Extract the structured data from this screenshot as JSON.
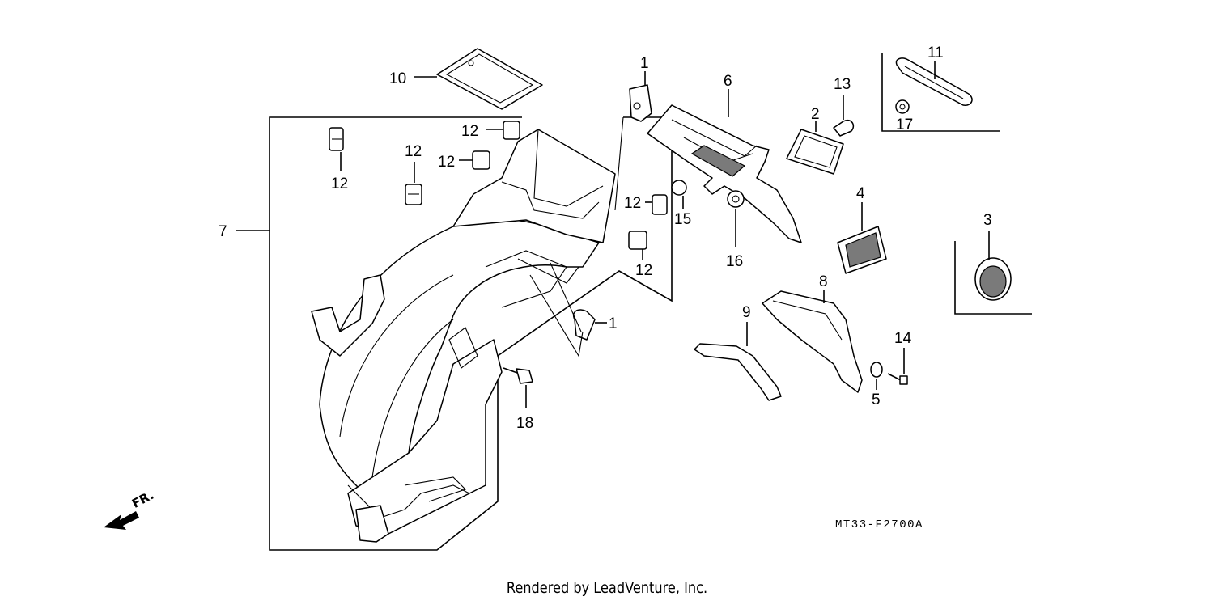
{
  "diagram": {
    "code": "MT33-F2700A",
    "footer": "Rendered by LeadVenture, Inc.",
    "direction_label": "FR.",
    "callouts": [
      {
        "id": "c1a",
        "text": "1"
      },
      {
        "id": "c1b",
        "text": "1"
      },
      {
        "id": "c2",
        "text": "2"
      },
      {
        "id": "c3",
        "text": "3"
      },
      {
        "id": "c4",
        "text": "4"
      },
      {
        "id": "c5",
        "text": "5"
      },
      {
        "id": "c6",
        "text": "6"
      },
      {
        "id": "c7",
        "text": "7"
      },
      {
        "id": "c8",
        "text": "8"
      },
      {
        "id": "c9",
        "text": "9"
      },
      {
        "id": "c10",
        "text": "10"
      },
      {
        "id": "c11",
        "text": "11"
      },
      {
        "id": "c12a",
        "text": "12"
      },
      {
        "id": "c12b",
        "text": "12"
      },
      {
        "id": "c12c",
        "text": "12"
      },
      {
        "id": "c12d",
        "text": "12"
      },
      {
        "id": "c12e",
        "text": "12"
      },
      {
        "id": "c12f",
        "text": "12"
      },
      {
        "id": "c13",
        "text": "13"
      },
      {
        "id": "c14",
        "text": "14"
      },
      {
        "id": "c15",
        "text": "15"
      },
      {
        "id": "c16",
        "text": "16"
      },
      {
        "id": "c17",
        "text": "17"
      },
      {
        "id": "c18",
        "text": "18"
      }
    ]
  }
}
